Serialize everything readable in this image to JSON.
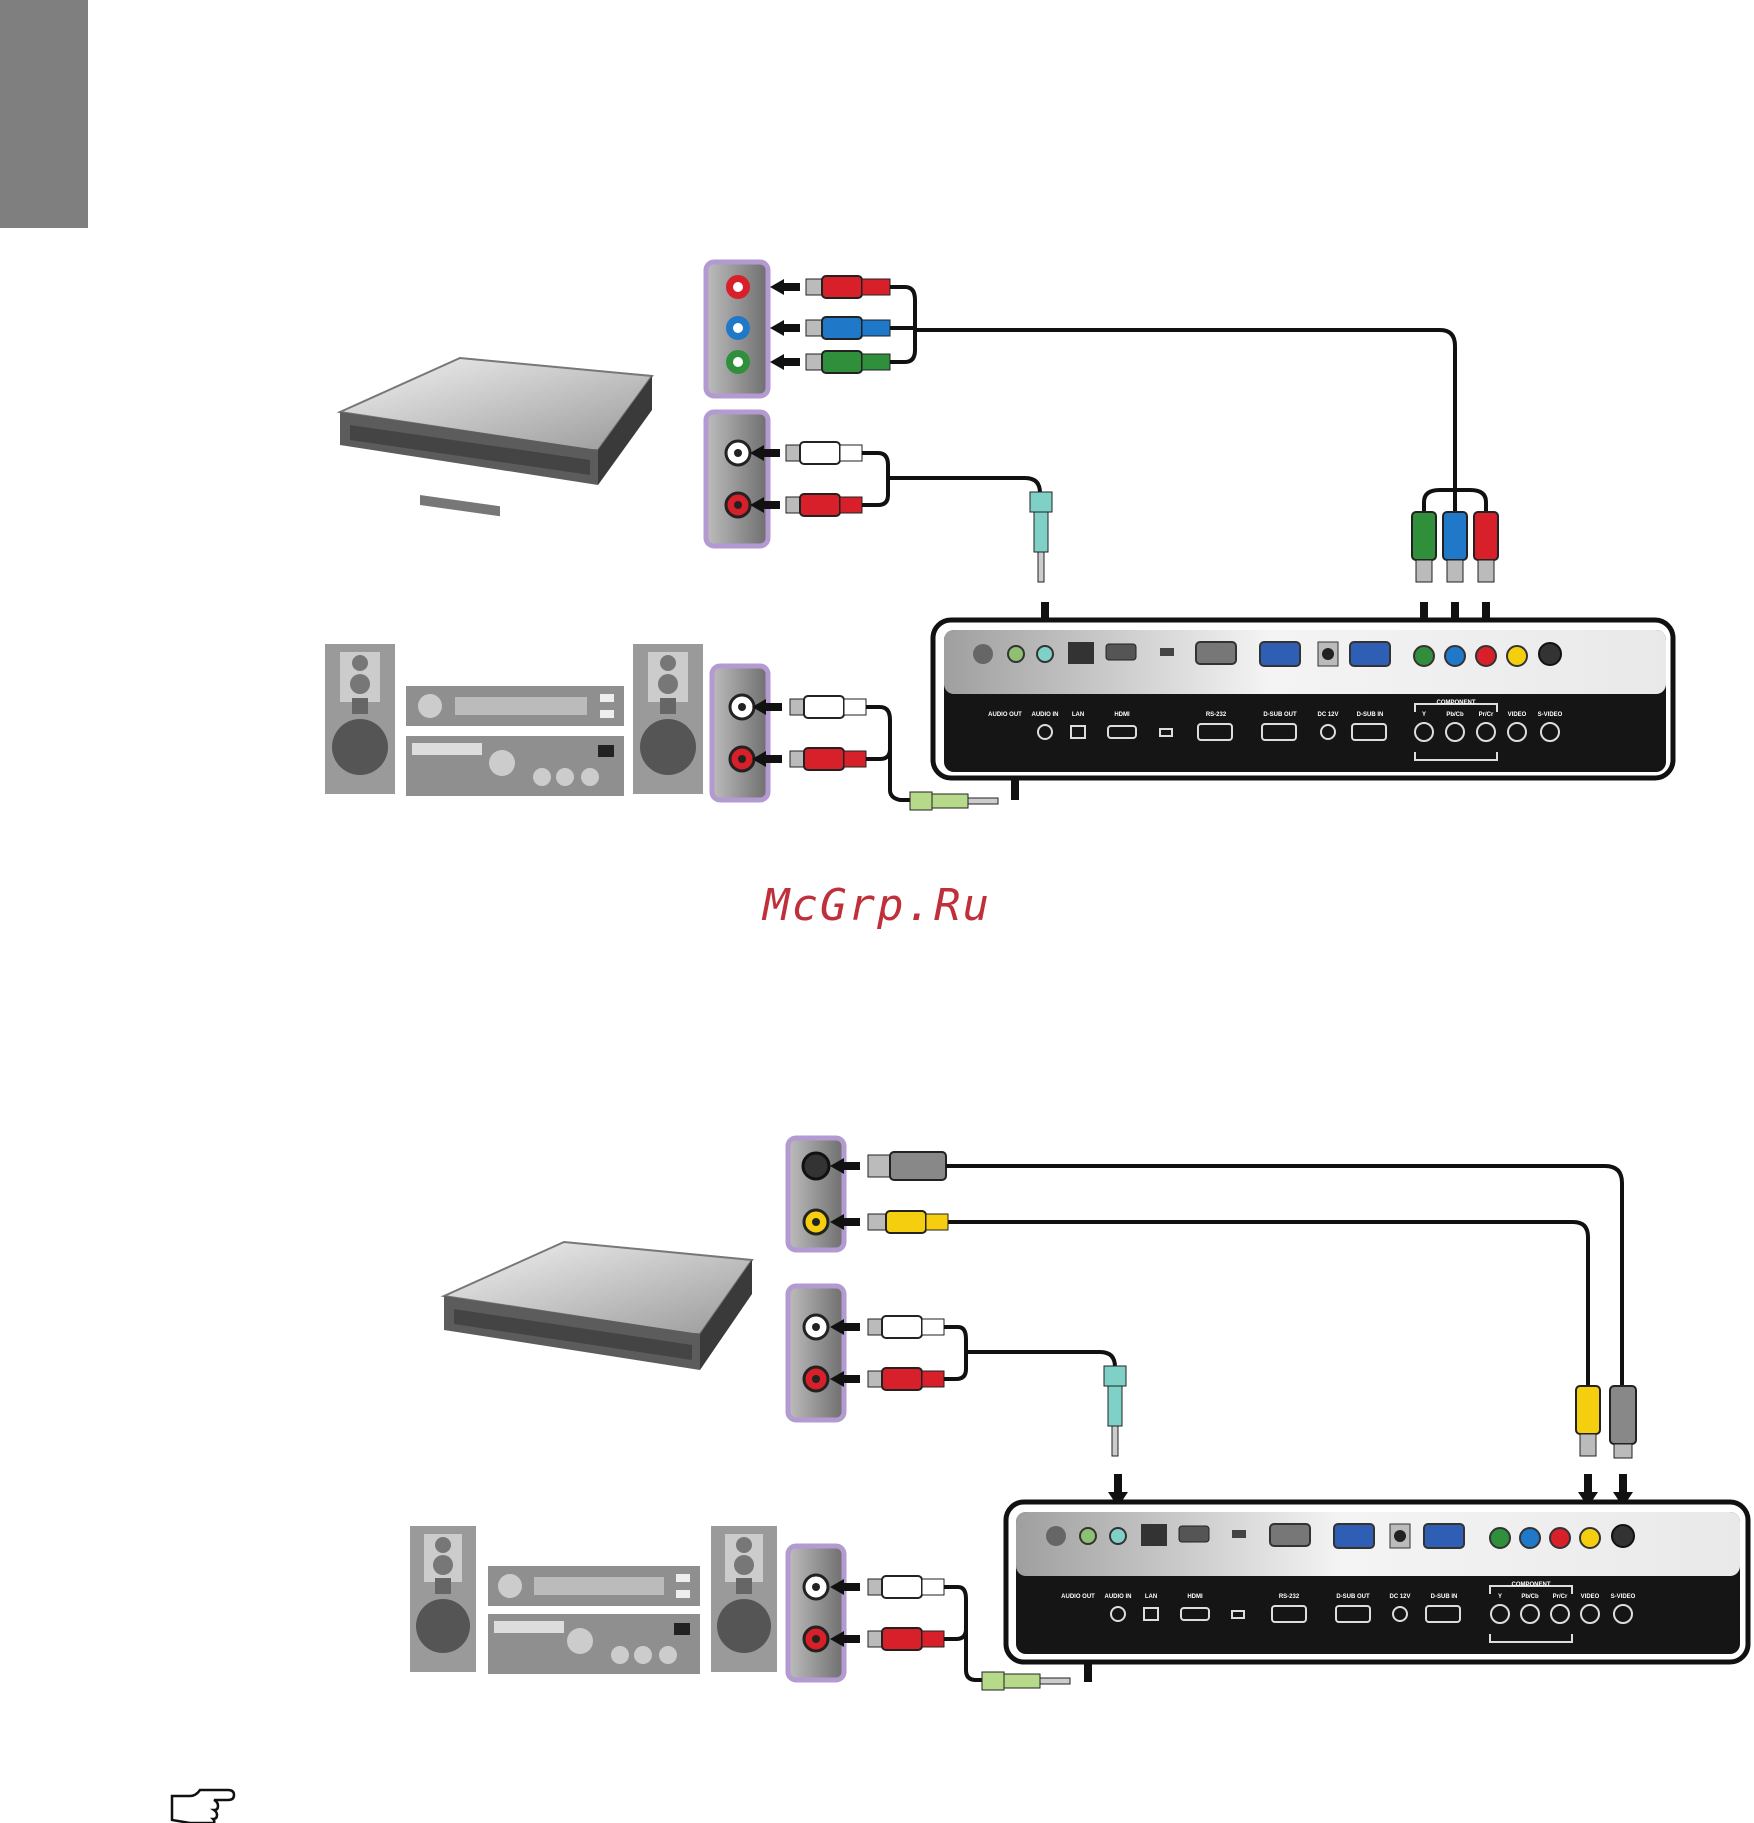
{
  "watermark": "McGrp.Ru",
  "projector_panel": {
    "port_labels": [
      "AUDIO OUT",
      "AUDIO IN",
      "LAN",
      "HDMI",
      "",
      "RS-232",
      "D-SUB OUT",
      "DC 12V",
      "D-SUB IN",
      "Y",
      "Pb/Cb",
      "Pr/Cr",
      "VIDEO",
      "S-VIDEO"
    ],
    "component_label": "COMPONENT"
  },
  "colors": {
    "panel_purple": "#b39ad1",
    "component_red": "#d7202a",
    "component_blue": "#1f78c8",
    "component_green": "#2f8f3a",
    "video_yellow": "#f5cf0f",
    "audio_teal": "#7fd1c8",
    "audio_lightgreen": "#b6d98a"
  },
  "icons": [
    "dvd-player-icon",
    "stereo-system-icon",
    "hand-pointer-icon"
  ]
}
